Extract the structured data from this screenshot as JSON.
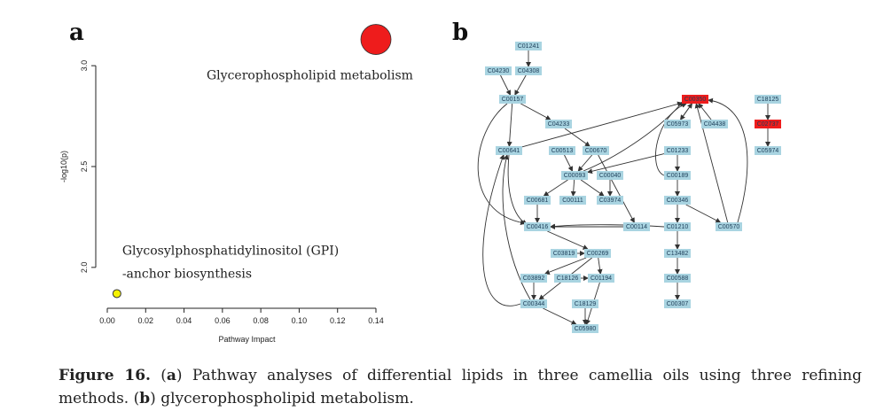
{
  "panel_a": {
    "letter": "a",
    "chart_data": {
      "type": "scatter",
      "xlabel": "Pathway Impact",
      "ylabel": "-log10(p)",
      "x_ticks": [
        0.0,
        0.02,
        0.04,
        0.06,
        0.08,
        0.1,
        0.12,
        0.14
      ],
      "y_ticks": [
        2.0,
        2.5,
        3.0
      ],
      "xlim": [
        0.0,
        0.14
      ],
      "ylim": [
        1.85,
        3.15
      ],
      "points": [
        {
          "label_lines": [
            "Glycerophospholipid metabolism"
          ],
          "x": 0.14,
          "y": 3.13,
          "color": "#ee1c1c",
          "size": "large"
        },
        {
          "label_lines": [
            "Glycosylphosphatidylinositol (GPI)",
            "-anchor biosynthesis"
          ],
          "x": 0.005,
          "y": 1.87,
          "color": "#f5f200",
          "size": "small"
        }
      ]
    }
  },
  "panel_b": {
    "letter": "b",
    "highlight_color": "#ee1c1c",
    "node_color": "#a9d4e1",
    "nodes": [
      {
        "id": "C01241",
        "hl": false
      },
      {
        "id": "C04230",
        "hl": false
      },
      {
        "id": "C04308",
        "hl": false
      },
      {
        "id": "C00157",
        "hl": false
      },
      {
        "id": "C04233",
        "hl": false
      },
      {
        "id": "C00350",
        "hl": true
      },
      {
        "id": "C18125",
        "hl": false
      },
      {
        "id": "C05973",
        "hl": false
      },
      {
        "id": "C04438",
        "hl": false
      },
      {
        "id": "C02737",
        "hl": true
      },
      {
        "id": "C00641",
        "hl": false
      },
      {
        "id": "C00513",
        "hl": false
      },
      {
        "id": "C00670",
        "hl": false
      },
      {
        "id": "C01233",
        "hl": false
      },
      {
        "id": "C05974",
        "hl": false
      },
      {
        "id": "C00093",
        "hl": false
      },
      {
        "id": "C00040",
        "hl": false
      },
      {
        "id": "C00189",
        "hl": false
      },
      {
        "id": "C00681",
        "hl": false
      },
      {
        "id": "C00111",
        "hl": false
      },
      {
        "id": "C03974",
        "hl": false
      },
      {
        "id": "C00346",
        "hl": false
      },
      {
        "id": "C00416",
        "hl": false
      },
      {
        "id": "C00114",
        "hl": false
      },
      {
        "id": "C01210",
        "hl": false
      },
      {
        "id": "C00570",
        "hl": false
      },
      {
        "id": "C03819",
        "hl": false
      },
      {
        "id": "C00269",
        "hl": false
      },
      {
        "id": "C13482",
        "hl": false
      },
      {
        "id": "C03892",
        "hl": false
      },
      {
        "id": "C18126",
        "hl": false
      },
      {
        "id": "C01194",
        "hl": false
      },
      {
        "id": "C00588",
        "hl": false
      },
      {
        "id": "C00344",
        "hl": false
      },
      {
        "id": "C18129",
        "hl": false
      },
      {
        "id": "C00307",
        "hl": false
      },
      {
        "id": "C05980",
        "hl": false
      }
    ]
  },
  "caption": {
    "label": "Figure 16.",
    "part_a_letter": "a",
    "part_a_text": "Pathway analyses of differential lipids in three camellia oils using three refining methods.",
    "part_b_letter": "b",
    "part_b_text": "glycerophospholipid metabolism."
  }
}
